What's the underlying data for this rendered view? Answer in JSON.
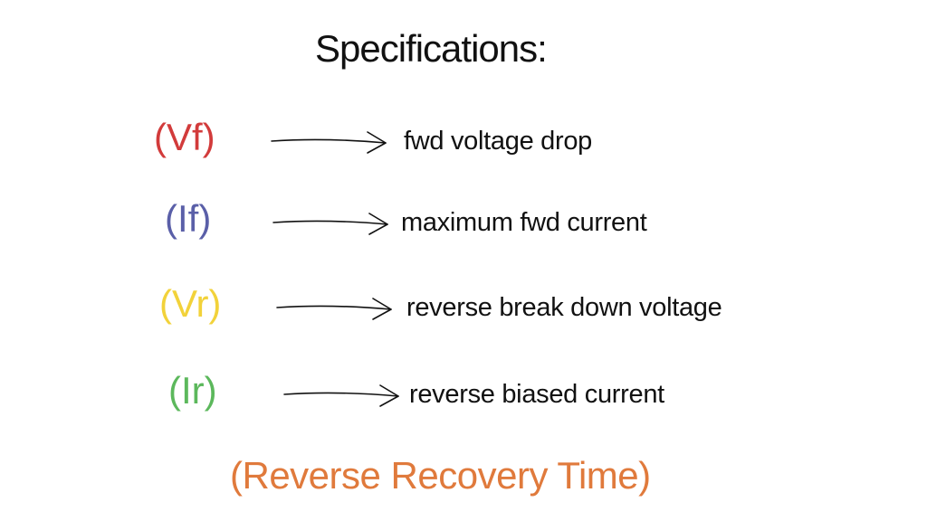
{
  "title": "Specifications:",
  "specs": [
    {
      "symbol": "(Vf)",
      "description": "fwd voltage drop",
      "color": "#d23b3b"
    },
    {
      "symbol": "(If)",
      "description": "maximum fwd current",
      "color": "#5a5fa8"
    },
    {
      "symbol": "(Vr)",
      "description": "reverse break down voltage",
      "color": "#f2d23a"
    },
    {
      "symbol": "(Ir)",
      "description": "reverse biased current",
      "color": "#5cb85c"
    }
  ],
  "footer": {
    "text": "(Reverse Recovery Time)",
    "color": "#e07a3c"
  }
}
